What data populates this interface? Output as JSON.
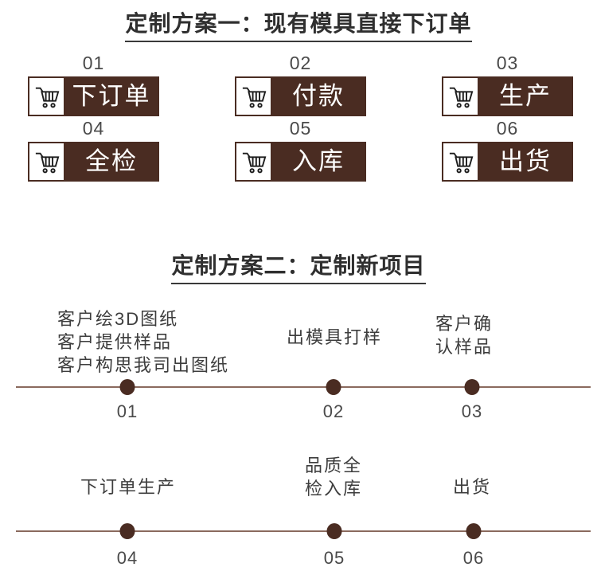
{
  "plan1": {
    "title": "定制方案一：现有模具直接下订单",
    "steps": [
      {
        "num": "01",
        "label": "下订单"
      },
      {
        "num": "02",
        "label": "付款"
      },
      {
        "num": "03",
        "label": "生产"
      },
      {
        "num": "04",
        "label": "全检"
      },
      {
        "num": "05",
        "label": "入库"
      },
      {
        "num": "06",
        "label": "出货"
      }
    ]
  },
  "plan2": {
    "title": "定制方案二：定制新项目",
    "steps": [
      {
        "num": "01",
        "text": "客户绘3D图纸\n客户提供样品\n客户构思我司出图纸"
      },
      {
        "num": "02",
        "text": "出模具打样"
      },
      {
        "num": "03",
        "text": "客户确\n认样品"
      },
      {
        "num": "04",
        "text": "下订单生产"
      },
      {
        "num": "05",
        "text": "品质全\n检入库"
      },
      {
        "num": "06",
        "text": "出货"
      }
    ]
  },
  "colors": {
    "badge_brown": "#4a2c22",
    "timeline_line": "#8a6a5e",
    "title_text": "#2f2f2f",
    "body_text": "#3d3d3d"
  },
  "icons": {
    "cart": "shopping-cart"
  }
}
